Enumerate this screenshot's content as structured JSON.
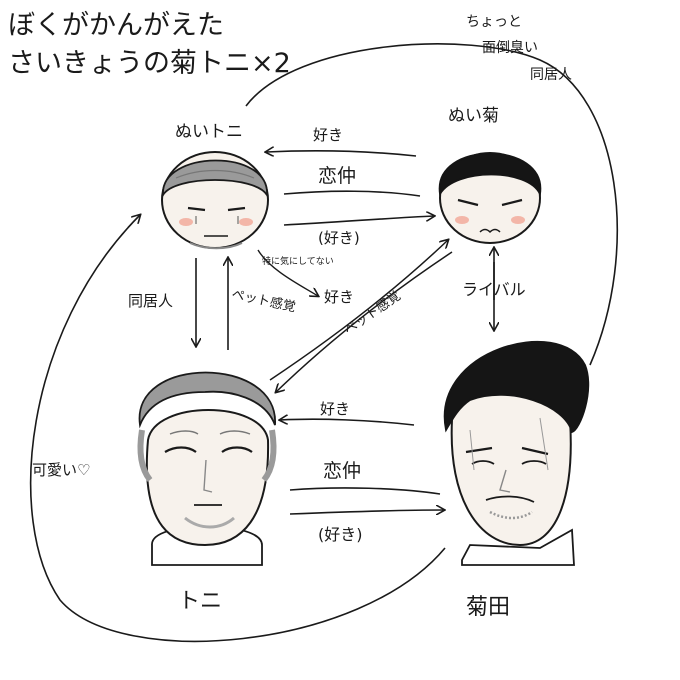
{
  "title": {
    "line1": "ぼくがかんがえた",
    "line2": "さいきょうの菊トニ×2"
  },
  "characters": {
    "nui_toni": "ぬいトニ",
    "nui_kiku": "ぬい菊",
    "toni": "トニ",
    "kikuta": "菊田"
  },
  "note": {
    "line1": "ちょっと",
    "line2": "面倒臭い",
    "line3": "同居人"
  },
  "relations": {
    "kiku_to_nuitoni_like": "好き",
    "nui_koinaka": "恋仲",
    "nui_like_paren": "(好き)",
    "tokuni_kinishitenai": "特に気にしてない",
    "nuitoni_like_small": "好き",
    "dokyonin": "同居人",
    "pet_kankaku_1": "ペット感覚",
    "pet_kankaku_2": "ペット感覚",
    "rival": "ライバル",
    "kikuta_like": "好き",
    "big_koinaka": "恋仲",
    "big_like_paren": "(好き)",
    "kawaii": "可愛い♡"
  },
  "colors": {
    "ink": "#1a1a1a",
    "skin": "#f7f2ec",
    "gray_hair": "#9a9a9a",
    "dark_hair": "#151515",
    "cheek": "#f3b6a8"
  }
}
